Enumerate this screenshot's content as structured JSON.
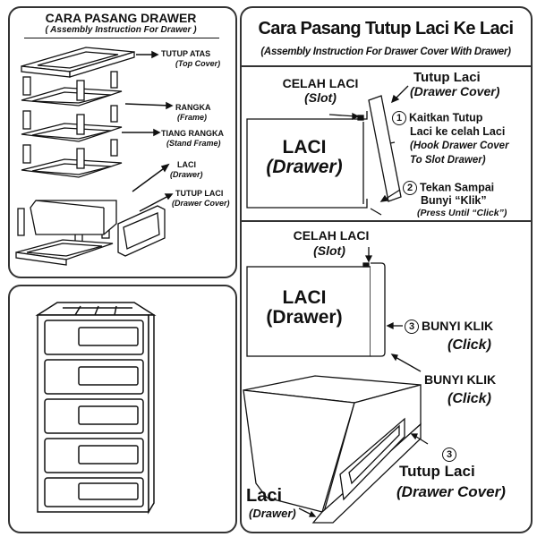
{
  "panels": {
    "top_left": {
      "title": "CARA PASANG DRAWER",
      "subtitle": "( Assembly Instruction For Drawer )",
      "labels": [
        {
          "main": "TUTUP ATAS",
          "sub": "(Top Cover)"
        },
        {
          "main": "RANGKA",
          "sub": "(Frame)"
        },
        {
          "main": "TIANG RANGKA",
          "sub": "(Stand Frame)"
        },
        {
          "main": "LACI",
          "sub": "(Drawer)"
        },
        {
          "main": "TUTUP LACI",
          "sub": "(Drawer Cover)"
        }
      ]
    },
    "right_top": {
      "title": "Cara Pasang Tutup Laci Ke Laci",
      "subtitle": "(Assembly Instruction For Drawer Cover With Drawer)",
      "slot_main": "CELAH LACI",
      "slot_sub": "(Slot)",
      "cover_main": "Tutup Laci",
      "cover_sub": "(Drawer Cover)",
      "drawer_main": "LACI",
      "drawer_sub": "(Drawer)",
      "step1_num": "1",
      "step1_line1": "Kaitkan Tutup",
      "step1_line2": "Laci ke celah Laci",
      "step1_line3": "(Hook Drawer Cover",
      "step1_line4": "To Slot Drawer)",
      "step2_num": "2",
      "step2_line1": "Tekan Sampai",
      "step2_line2": "Bunyi “Klik”",
      "step2_line3": "(Press Until “Click”)"
    },
    "right_bottom": {
      "slot_main": "CELAH LACI",
      "slot_sub": "(Slot)",
      "drawer_main": "LACI",
      "drawer_sub": "(Drawer)",
      "step3_num": "3",
      "click1_main": "BUNYI KLIK",
      "click1_sub": "(Click)",
      "click2_main": "BUNYI KLIK",
      "click2_sub": "(Click)",
      "cover_num": "3",
      "cover_main": "Tutup Laci",
      "cover_sub": "(Drawer Cover)",
      "laci_main": "Laci",
      "laci_sub": "(Drawer)"
    }
  }
}
